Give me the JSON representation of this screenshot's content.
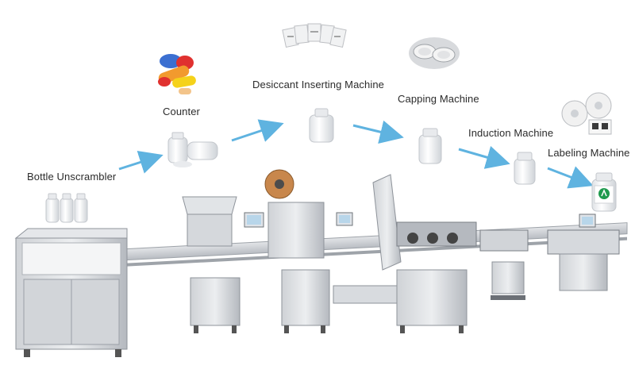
{
  "stations": [
    {
      "label": "Bottle Unscrambler"
    },
    {
      "label": "Counter"
    },
    {
      "label": "Desiccant Inserting Machine"
    },
    {
      "label": "Capping Machine"
    },
    {
      "label": "Induction Machine"
    },
    {
      "label": "Labeling Machine"
    }
  ],
  "colors": {
    "arrow": "#5fb3e0",
    "steel": "#c9ccd1",
    "steel_dark": "#8e939a",
    "pill_orange": "#f29a2e",
    "pill_red": "#e0312f",
    "pill_blue": "#3b6fd1",
    "pill_yellow": "#f5d21a",
    "label_green": "#1f9a4e"
  }
}
